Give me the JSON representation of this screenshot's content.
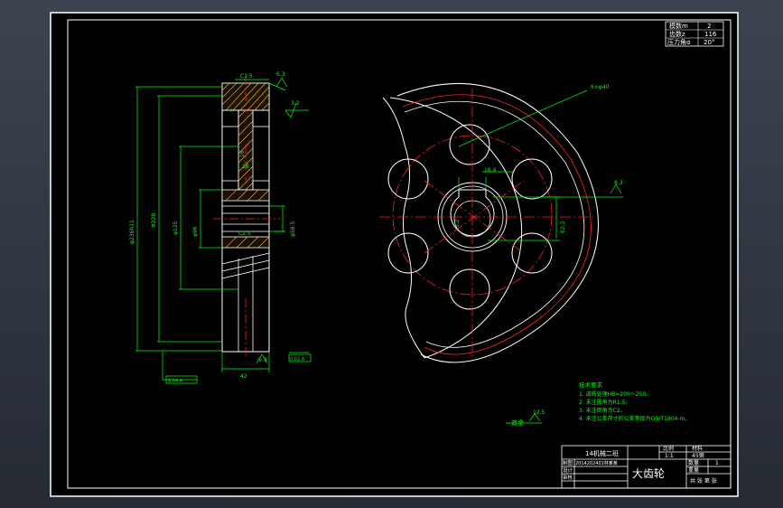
{
  "drawing": {
    "param_table": {
      "rows": [
        {
          "label": "模数m",
          "value": "2"
        },
        {
          "label": "齿数z",
          "value": "116"
        },
        {
          "label": "压力角α",
          "value": "20°"
        }
      ]
    },
    "section_view": {
      "dims": {
        "chamfer_top": "C1.5",
        "top_angle": "6.3",
        "roughness_top_right": "3.2",
        "d_bore_small": "16",
        "d_web": "18",
        "chamfer_hub": "C2.5",
        "d_outer": "φ236h11",
        "d_root": "Φ228",
        "d_hole_circle": "φ125",
        "d_hub": "φ96",
        "d_bore": "φ58.5",
        "width": "42",
        "roughness_bottom": "6.3",
        "tol_left": "0.04 A",
        "tol_bottom": "0.02 A"
      }
    },
    "front_view": {
      "holes_label": "6×φ40",
      "keyway_width": "16.4",
      "keyway_depth": "62.3",
      "bore_dim": "3.2",
      "roughness": "6.3"
    },
    "tech_requirements": {
      "title": "技术要求",
      "items": [
        "1. 调质处理HB=200～250。",
        "2. 未注圆角为R1.5。",
        "3. 未注倒角为C2。",
        "4. 未注公差尺寸的公差等级为GB/T1804-m。"
      ]
    },
    "misc": {
      "roughness_other_label": "其余",
      "roughness_other_value": "12.5"
    },
    "title_block": {
      "school": "14机械二班",
      "part_name": "大齿轮",
      "scale_label": "比例",
      "scale_value": "1:1",
      "material_label": "材料",
      "material_value": "45钢",
      "qty_label": "数量",
      "qty_value": "1",
      "weight_label": "重量",
      "drawer_label": "制图",
      "drawer_value": "2014202401林某某",
      "designer_label": "设计",
      "checker_label": "审核",
      "sheet_text": "共 张 第 张"
    }
  }
}
